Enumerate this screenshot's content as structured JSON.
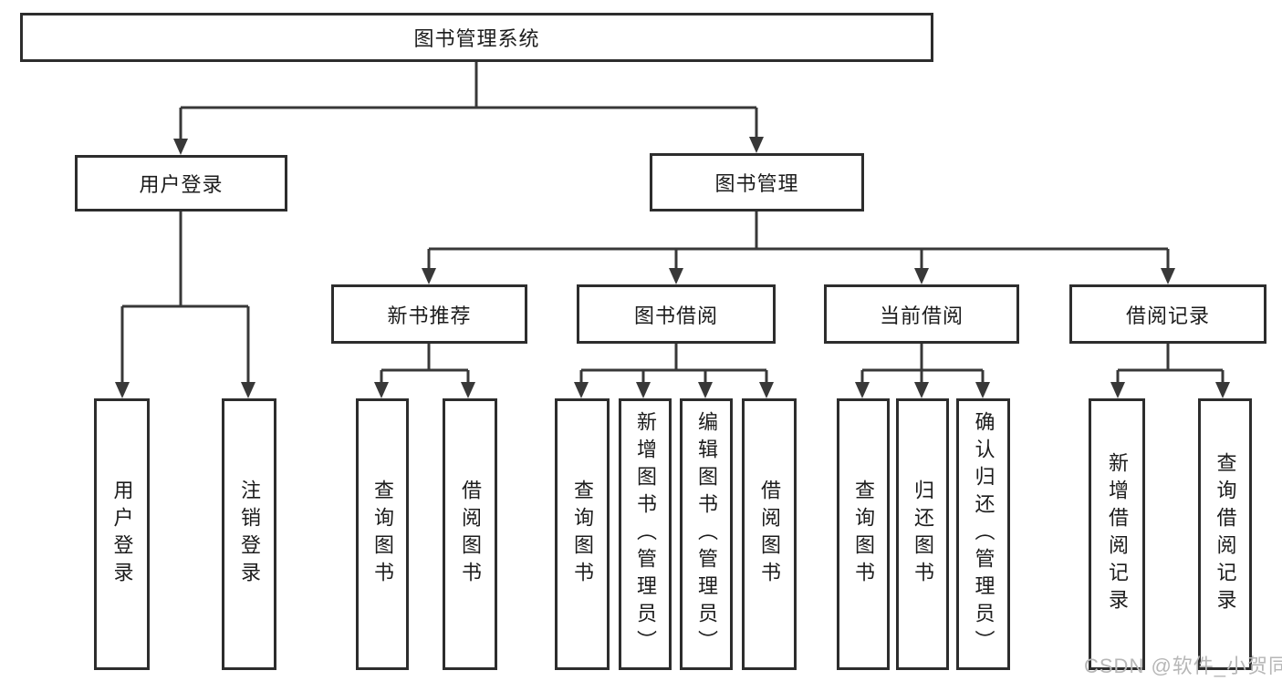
{
  "colors": {
    "background": "#ffffff",
    "box_border": "#2d2d2d",
    "connector_line": "#383838",
    "text": "#1c1c1c",
    "watermark_text": "#b7b7b7"
  },
  "tree": {
    "root": {
      "label": "图书管理系统",
      "children": [
        {
          "label": "用户登录",
          "children": [
            {
              "label": "用户登录"
            },
            {
              "label": "注销登录"
            }
          ]
        },
        {
          "label": "图书管理",
          "children": [
            {
              "label": "新书推荐",
              "children": [
                {
                  "label": "查询图书"
                },
                {
                  "label": "借阅图书"
                }
              ]
            },
            {
              "label": "图书借阅",
              "children": [
                {
                  "label": "查询图书"
                },
                {
                  "label": "新增图书（管理员）"
                },
                {
                  "label": "编辑图书（管理员）"
                },
                {
                  "label": "借阅图书"
                }
              ]
            },
            {
              "label": "当前借阅",
              "children": [
                {
                  "label": "查询图书"
                },
                {
                  "label": "归还图书"
                },
                {
                  "label": "确认归还（管理员）"
                }
              ]
            },
            {
              "label": "借阅记录",
              "children": [
                {
                  "label": "新增借阅记录"
                },
                {
                  "label": "查询借阅记录"
                }
              ]
            }
          ]
        }
      ]
    }
  },
  "watermark": {
    "text": "CSDN @软件_小贺同学"
  }
}
